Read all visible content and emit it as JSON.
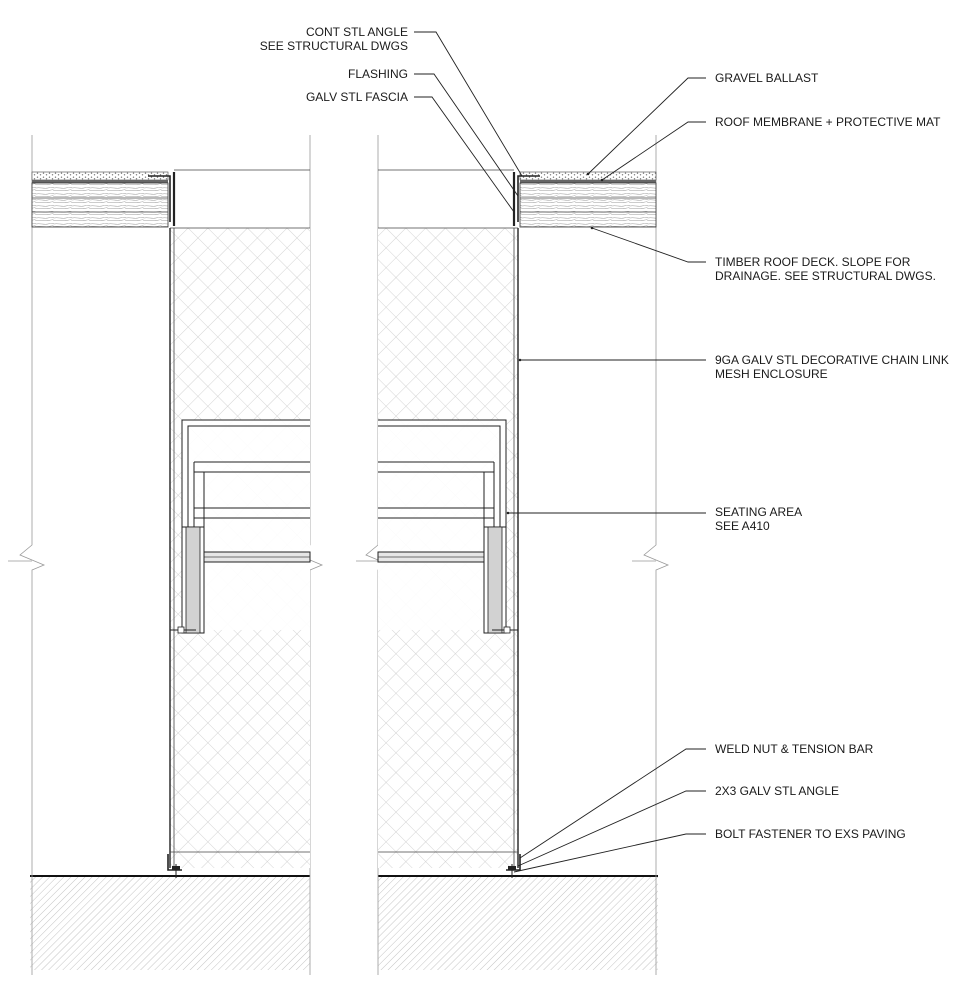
{
  "labels": {
    "cont_angle_1": "CONT STL ANGLE",
    "cont_angle_2": "SEE STRUCTURAL DWGS",
    "flashing": "FLASHING",
    "fascia": "GALV STL FASCIA",
    "gravel": "GRAVEL BALLAST",
    "membrane": "ROOF MEMBRANE + PROTECTIVE MAT",
    "deck_1": "TIMBER ROOF DECK. SLOPE FOR",
    "deck_2": "DRAINAGE.  SEE STRUCTURAL DWGS.",
    "mesh_1": "9GA GALV STL DECORATIVE CHAIN LINK",
    "mesh_2": "MESH ENCLOSURE",
    "seating_1": "SEATING AREA",
    "seating_2": "SEE A410",
    "weld": "WELD NUT & TENSION BAR",
    "angle": "2X3 GALV STL ANGLE",
    "bolt": "BOLT FASTENER TO EXS PAVING"
  }
}
